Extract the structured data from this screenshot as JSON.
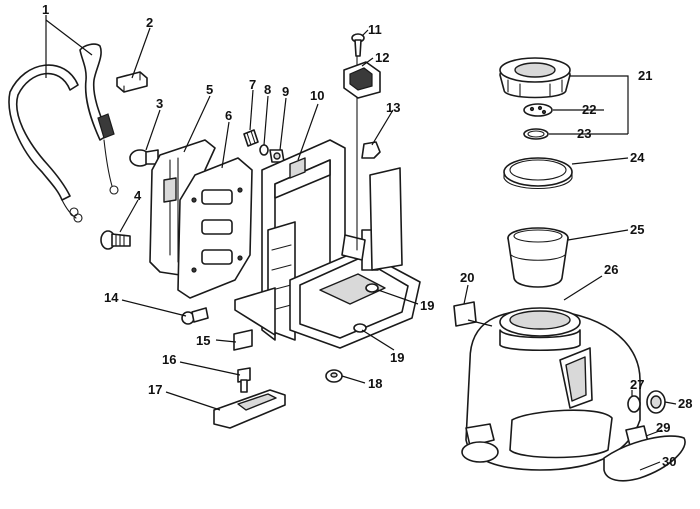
{
  "callouts": [
    {
      "id": "1",
      "label": "1"
    },
    {
      "id": "2",
      "label": "2"
    },
    {
      "id": "3",
      "label": "3"
    },
    {
      "id": "4",
      "label": "4"
    },
    {
      "id": "5",
      "label": "5"
    },
    {
      "id": "6",
      "label": "6"
    },
    {
      "id": "7",
      "label": "7"
    },
    {
      "id": "8",
      "label": "8"
    },
    {
      "id": "9",
      "label": "9"
    },
    {
      "id": "10",
      "label": "10"
    },
    {
      "id": "11",
      "label": "11"
    },
    {
      "id": "12",
      "label": "12"
    },
    {
      "id": "13",
      "label": "13"
    },
    {
      "id": "14",
      "label": "14"
    },
    {
      "id": "15",
      "label": "15"
    },
    {
      "id": "16",
      "label": "16"
    },
    {
      "id": "17",
      "label": "17"
    },
    {
      "id": "18",
      "label": "18"
    },
    {
      "id": "19a",
      "label": "19"
    },
    {
      "id": "19b",
      "label": "19"
    },
    {
      "id": "20",
      "label": "20"
    },
    {
      "id": "21",
      "label": "21"
    },
    {
      "id": "22",
      "label": "22"
    },
    {
      "id": "23",
      "label": "23"
    },
    {
      "id": "24",
      "label": "24"
    },
    {
      "id": "25",
      "label": "25"
    },
    {
      "id": "26",
      "label": "26"
    },
    {
      "id": "27",
      "label": "27"
    },
    {
      "id": "28",
      "label": "28"
    },
    {
      "id": "29",
      "label": "29"
    },
    {
      "id": "30",
      "label": "30"
    }
  ]
}
